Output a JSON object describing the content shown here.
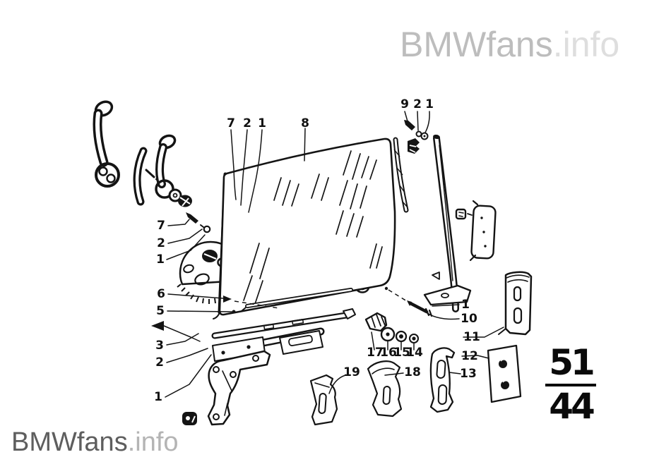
{
  "watermarks": {
    "top": {
      "brand": "BMWfans",
      "tld": ".info"
    },
    "bottom": {
      "brand": "BMWfans",
      "tld": ".info"
    }
  },
  "section_badge": {
    "numerator": "51",
    "denominator": "44"
  },
  "callouts": {
    "list": [
      {
        "group": "upper",
        "label": "7"
      },
      {
        "group": "upper",
        "label": "2"
      },
      {
        "group": "upper",
        "label": "1"
      },
      {
        "group": "upper",
        "label": "8"
      },
      {
        "group": "upper-right",
        "label": "9"
      },
      {
        "group": "upper-right",
        "label": "2"
      },
      {
        "group": "upper-right",
        "label": "1"
      },
      {
        "group": "left",
        "label": "7"
      },
      {
        "group": "left",
        "label": "2"
      },
      {
        "group": "left",
        "label": "1"
      },
      {
        "group": "left",
        "label": "6"
      },
      {
        "group": "left",
        "label": "5"
      },
      {
        "group": "left",
        "label": "3"
      },
      {
        "group": "left",
        "label": "2"
      },
      {
        "group": "left",
        "label": "1"
      },
      {
        "group": "right",
        "label": "1"
      },
      {
        "group": "right",
        "label": "10"
      },
      {
        "group": "right",
        "label": "11"
      },
      {
        "group": "right",
        "label": "12"
      },
      {
        "group": "right",
        "label": "13"
      },
      {
        "group": "bottom",
        "label": "17"
      },
      {
        "group": "bottom",
        "label": "16"
      },
      {
        "group": "bottom",
        "label": "15"
      },
      {
        "group": "bottom",
        "label": "14"
      },
      {
        "group": "bottom",
        "label": "19"
      },
      {
        "group": "bottom",
        "label": "18"
      }
    ]
  },
  "colors": {
    "line": "#141414",
    "watermark_top_brand": "#bdbdbd",
    "watermark_top_tld": "#dedede",
    "watermark_bottom_brand": "#5e5e5e",
    "watermark_bottom_tld": "#b4b4b4"
  }
}
